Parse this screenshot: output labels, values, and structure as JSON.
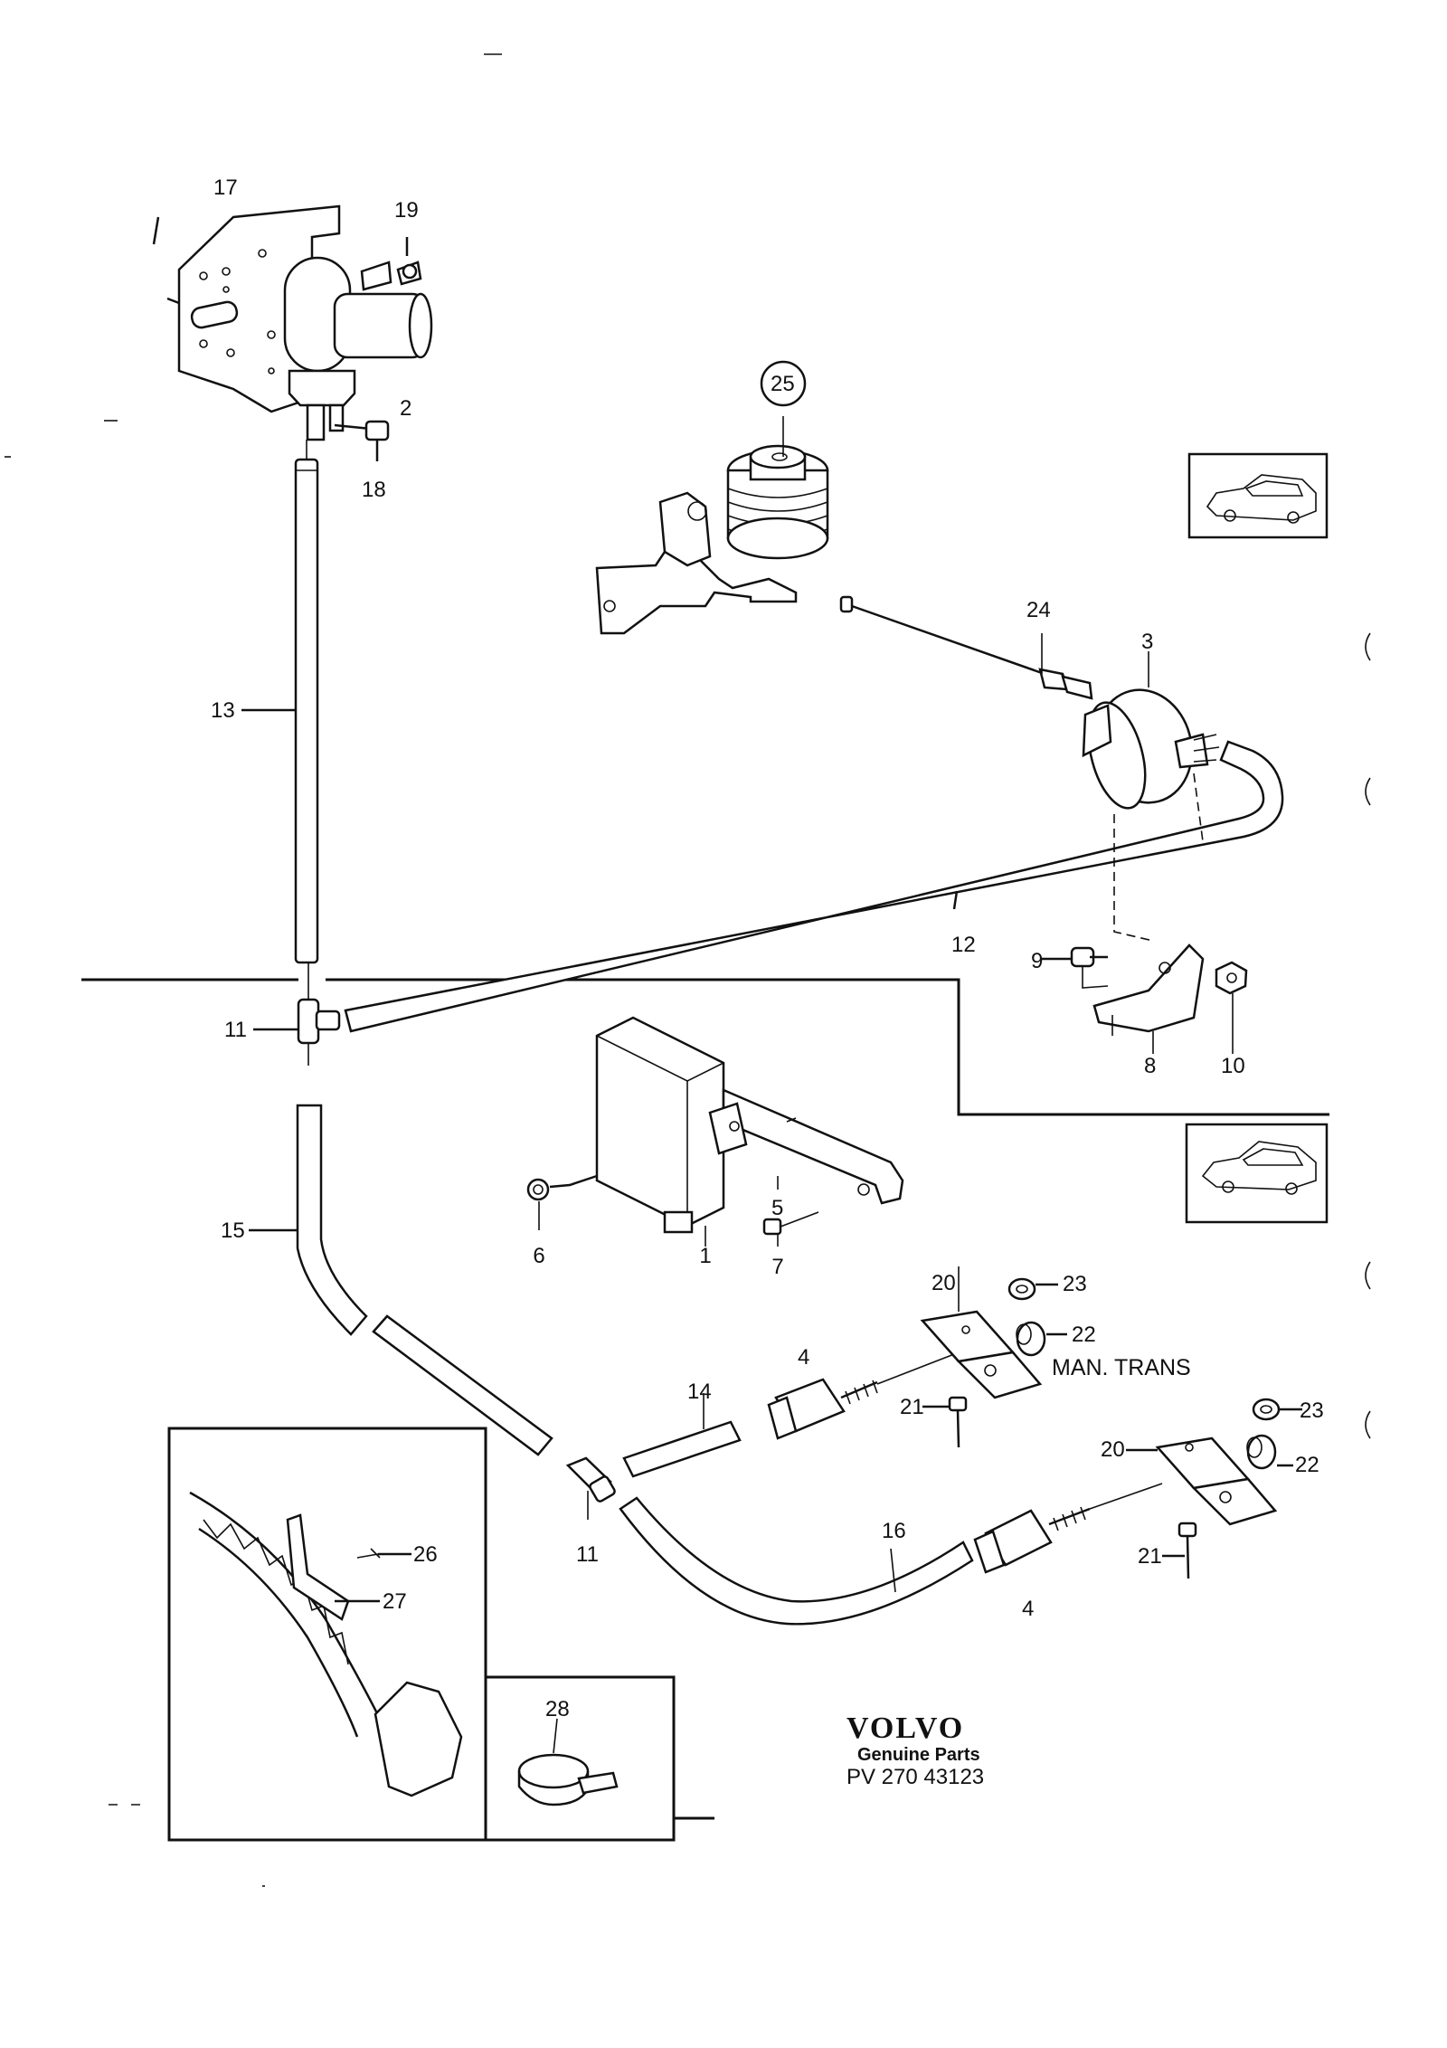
{
  "labels": {
    "p1": "1",
    "p2": "2",
    "p3": "3",
    "p4a": "4",
    "p4b": "4",
    "p5": "5",
    "p6": "6",
    "p7": "7",
    "p8": "8",
    "p9": "9",
    "p10": "10",
    "p11a": "11",
    "p11b": "11",
    "p12": "12",
    "p13": "13",
    "p14": "14",
    "p15": "15",
    "p16": "16",
    "p17": "17",
    "p18": "18",
    "p19": "19",
    "p20a": "20",
    "p20b": "20",
    "p21a": "21",
    "p21b": "21",
    "p22a": "22",
    "p22b": "22",
    "p23a": "23",
    "p23b": "23",
    "p24": "24",
    "p25": "25",
    "p26": "26",
    "p27": "27",
    "p28": "28"
  },
  "notes": {
    "man_trans": "MAN. TRANS"
  },
  "footer": {
    "brand": "VOLVO",
    "subtitle": "Genuine Parts",
    "code": "PV 270 43123"
  },
  "icons": [
    "sedan-car-icon",
    "coupe-car-icon",
    "hose-clamp-icon",
    "accelerator-pedal-icon"
  ]
}
